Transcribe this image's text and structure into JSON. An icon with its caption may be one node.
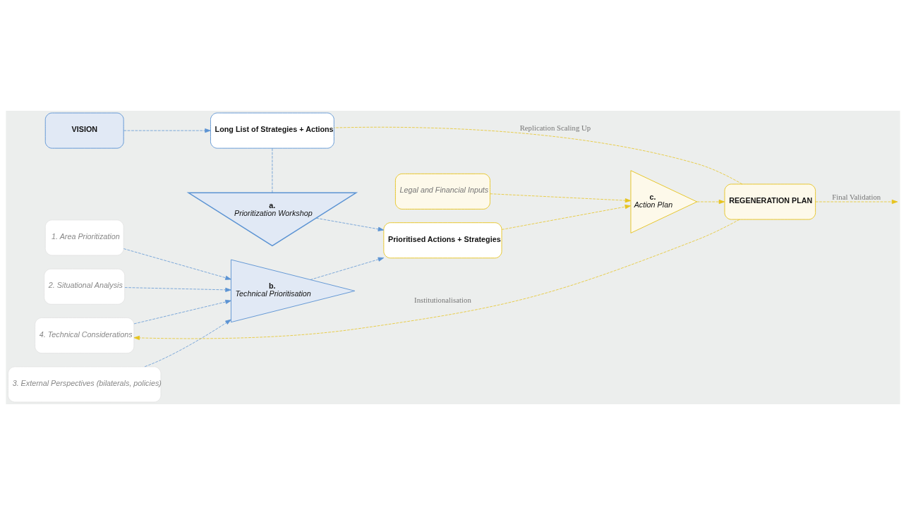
{
  "diagram": {
    "nodes": [
      {
        "text": [
          "VISION"
        ]
      },
      {
        "text": [
          "Long List of Strategies + Actions"
        ]
      },
      {
        "text": [
          "a.",
          "Prioritization Workshop"
        ]
      },
      {
        "text": [
          "Legal and Financial Inputs"
        ]
      },
      {
        "text": [
          "1. Area Prioritization"
        ]
      },
      {
        "text": [
          "2. Situational Analysis"
        ]
      },
      {
        "text": [
          "4. Technical Considerations"
        ]
      },
      {
        "text": [
          "3. External Perspectives (bilaterals, policies)"
        ]
      },
      {
        "text": [
          "b.",
          "Technical Prioritisation"
        ]
      },
      {
        "text": [
          "Prioritised Actions + Strategies"
        ]
      },
      {
        "text": [
          "c.",
          "Action Plan"
        ]
      },
      {
        "text": [
          "REGENERATION PLAN"
        ]
      }
    ],
    "edges": [
      {
        "from": 0,
        "to": 1,
        "arrow": "to",
        "style": "dashed"
      },
      {
        "from": 1,
        "to": 2,
        "arrow": "none",
        "style": "dashed"
      },
      {
        "from": 2,
        "to": 9,
        "arrow": "to",
        "style": "dashed"
      },
      {
        "from": 4,
        "to": 8,
        "arrow": "to",
        "style": "dashed"
      },
      {
        "from": 5,
        "to": 8,
        "arrow": "to",
        "style": "dashed"
      },
      {
        "from": 6,
        "to": 8,
        "arrow": "to",
        "style": "dashed"
      },
      {
        "from": 7,
        "to": 8,
        "arrow": "to",
        "style": "dashed"
      },
      {
        "from": 8,
        "to": 9,
        "arrow": "to",
        "style": "dashed"
      },
      {
        "from": 9,
        "to": 10,
        "arrow": "to",
        "style": "dashed",
        "color": "#e6c31e"
      },
      {
        "from": 3,
        "to": 10,
        "arrow": "to",
        "style": "dashed",
        "color": "#e6c31e"
      },
      {
        "from": 10,
        "to": 11,
        "arrow": "to",
        "style": "dashed",
        "color": "#e6c31e"
      },
      {
        "from": 11,
        "to": null,
        "arrow": "to",
        "label": "Final Validation",
        "style": "dashed",
        "color": "#e6c31e"
      },
      {
        "from": 11,
        "to": 1,
        "arrow": "none",
        "label": "Replication Scaling Up",
        "style": "dashed",
        "color": "#e6c31e"
      },
      {
        "from": 11,
        "to": 6,
        "arrow": "to",
        "label": "Institutionalisation",
        "style": "dashed",
        "color": "#e6c31e"
      }
    ]
  }
}
